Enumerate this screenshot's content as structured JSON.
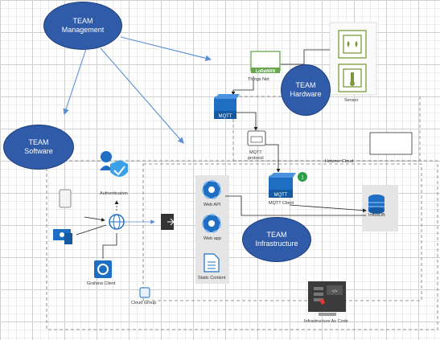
{
  "teams": {
    "management": {
      "line1": "TEAM",
      "line2": "Management"
    },
    "hardware": {
      "line1": "TEAM",
      "line2": "Hardware"
    },
    "software": {
      "line1": "TEAM",
      "line2": "Software"
    },
    "infrastructure": {
      "line1": "TEAM",
      "line2": "Infrastructure"
    }
  },
  "labels": {
    "things_network": "Things Net",
    "lorawan": "LoRaWAN",
    "sensor": "Sensor",
    "mqtt_protocol_1": "MQTT",
    "mqtt_protocol_2": "protocol",
    "hetzner_cloud": "Hetzner Cloud",
    "mqtt_client": "MQTT Client",
    "mqtt_badge": "MQTT",
    "influxdb": "InfluxDB",
    "web_api": "Web API",
    "web_app": "Web app",
    "static_content": "Static Content",
    "authentication": "Authentication",
    "grafana_client": "Grafana Client",
    "cloud_group": "Cloud Group",
    "infrastructure_as_code": "Infrastructure As Code",
    "badge_number": "1",
    "code_glyph": "</>"
  },
  "colors": {
    "team_fill": "#2f5ba8",
    "arrow": "#5b8fd6",
    "lorawan_green": "#6aa84f",
    "azure_blue": "#1e6fc4"
  }
}
